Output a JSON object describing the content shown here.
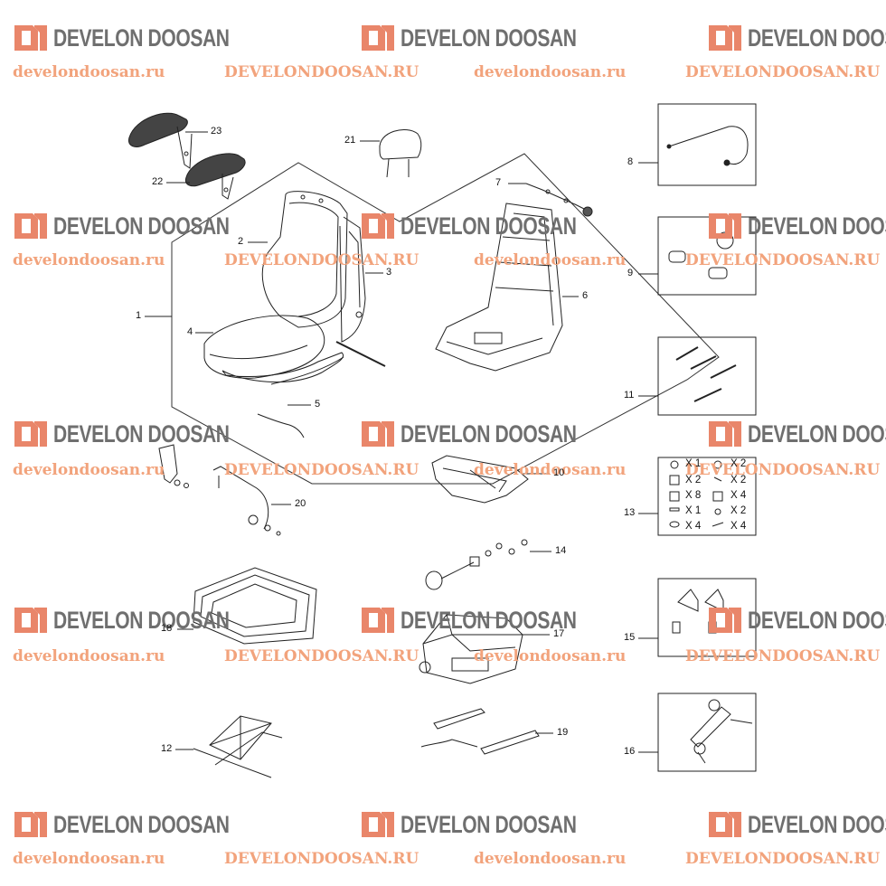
{
  "watermark": {
    "brand": "DEVELON DOOSAN",
    "url_lower": "develondoosan.ru",
    "url_upper": "DEVELONDOOSAN.RU",
    "logo_color": "#e9866a",
    "text_color": "#6f6f6f",
    "url_color": "#f2a37c"
  },
  "callouts": {
    "n1": "1",
    "n2": "2",
    "n3": "3",
    "n4": "4",
    "n5": "5",
    "n6": "6",
    "n7": "7",
    "n8": "8",
    "n9": "9",
    "n10": "10",
    "n11": "11",
    "n12": "12",
    "n13": "13",
    "n14": "14",
    "n15": "15",
    "n16": "16",
    "n17": "17",
    "n18": "18",
    "n19": "19",
    "n20": "20",
    "n21": "21",
    "n22": "22",
    "n23": "23"
  },
  "kit13": {
    "q1": "X 1",
    "q2": "X 2",
    "q3": "X 2",
    "q4": "X 2",
    "q5": "X 8",
    "q6": "X 4",
    "q7": "X 1",
    "q8": "X 2",
    "q9": "X 4",
    "q10": "X 4"
  }
}
